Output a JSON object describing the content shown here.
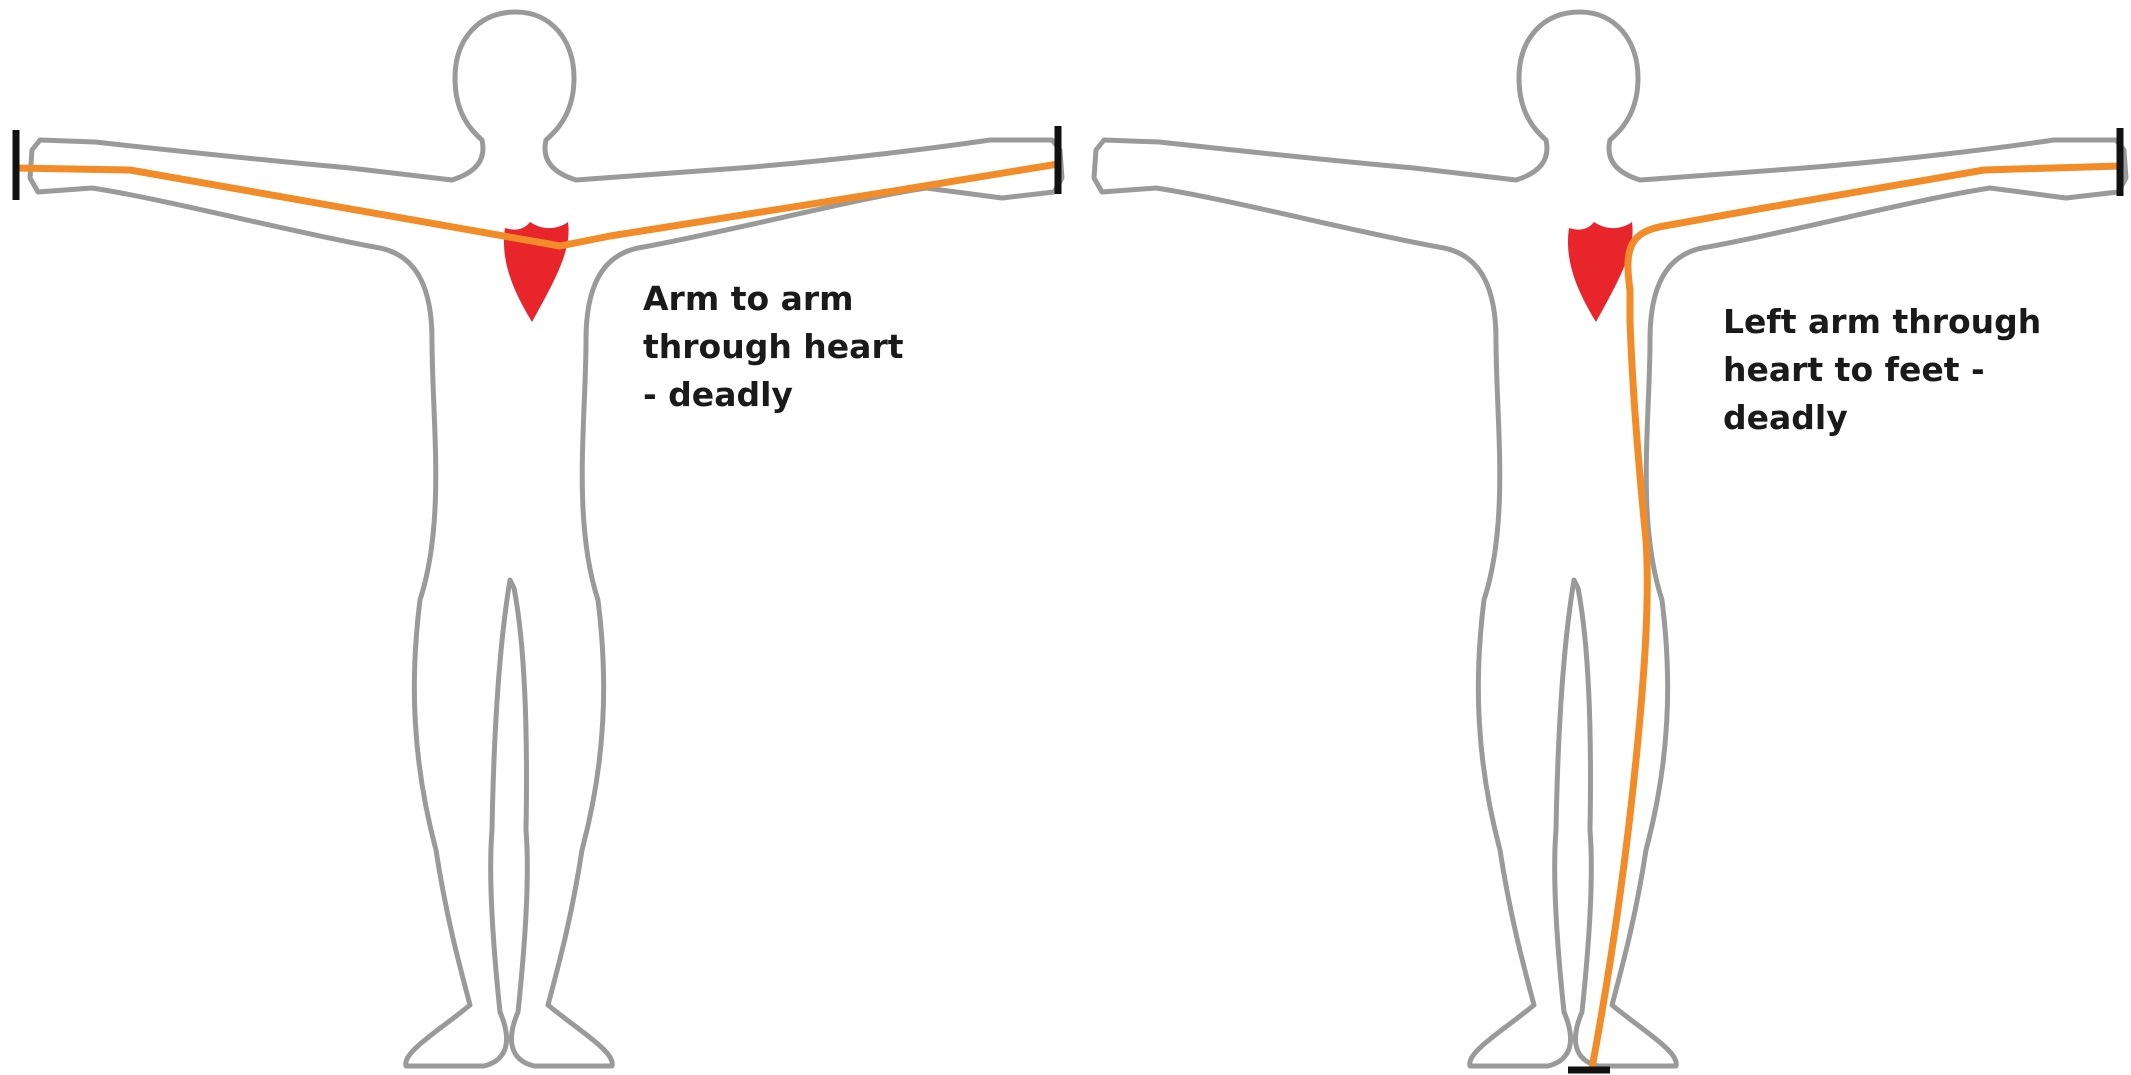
{
  "figures": [
    {
      "id": "arm-to-arm",
      "caption_lines": [
        "Arm to arm",
        "through heart",
        "- deadly"
      ]
    },
    {
      "id": "left-arm-to-feet",
      "caption_lines": [
        "Left arm through",
        "heart to feet -",
        "deadly"
      ]
    }
  ],
  "colors": {
    "current_path": "#F28C28",
    "heart": "#E8252B",
    "outline": "#9A9A9A",
    "terminal": "#111111"
  }
}
